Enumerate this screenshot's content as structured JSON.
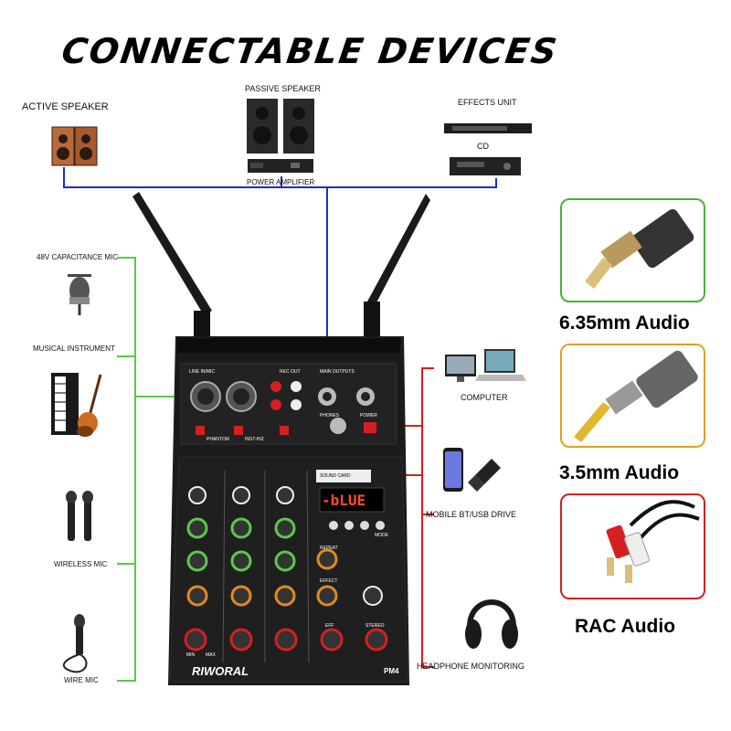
{
  "title": "CONNECTABLE DEVICES",
  "top_devices": {
    "active_speaker": "ACTIVE SPEAKER",
    "passive_speaker": "PASSIVE SPEAKER",
    "power_amplifier": "POWER AMPLIFIER",
    "effects_unit": "EFFECTS UNIT",
    "cd": "CD"
  },
  "left_devices": {
    "capacitance_mic": "48V CAPACITANCE MIC",
    "musical_instrument": "MUSICAL INSTRUMENT",
    "wireless_mic": "WIRELESS MIC",
    "wire_mic": "WIRE MIC"
  },
  "right_devices": {
    "computer": "COMPUTER",
    "mobile_bt_usb": "MOBILE BT/USB DRIVE",
    "headphone": "HEADPHONE MONITORING"
  },
  "connectors": [
    {
      "label": "6.35mm Audio",
      "border": "#4caf3a"
    },
    {
      "label": "3.5mm Audio",
      "border": "#e0a020"
    },
    {
      "label": "RAC Audio",
      "border": "#d42020"
    }
  ],
  "mixer": {
    "brand": "RIWORAL",
    "model": "PM4",
    "display": "-bLUE",
    "panel_labels": {
      "line_mic": "LINE IN/MIC",
      "phantom": "PHANTOM",
      "inst_hiz": "INST-HIZ",
      "rec_out": "REC OUT",
      "main_outputs": "MAIN OUTPUTS",
      "phones": "PHONES",
      "power": "POWER",
      "sound_card": "SOUND CARD",
      "repeat": "REPEAT",
      "effect": "EFFECT",
      "eff": "EFF",
      "stereo": "STEREO",
      "mode": "MODE",
      "min": "MIN",
      "max": "MAX"
    }
  },
  "colors": {
    "green_line": "#5ac94a",
    "blue_line": "#1a2fbf",
    "red_line": "#d42020",
    "panel": "#1b1b1b"
  }
}
